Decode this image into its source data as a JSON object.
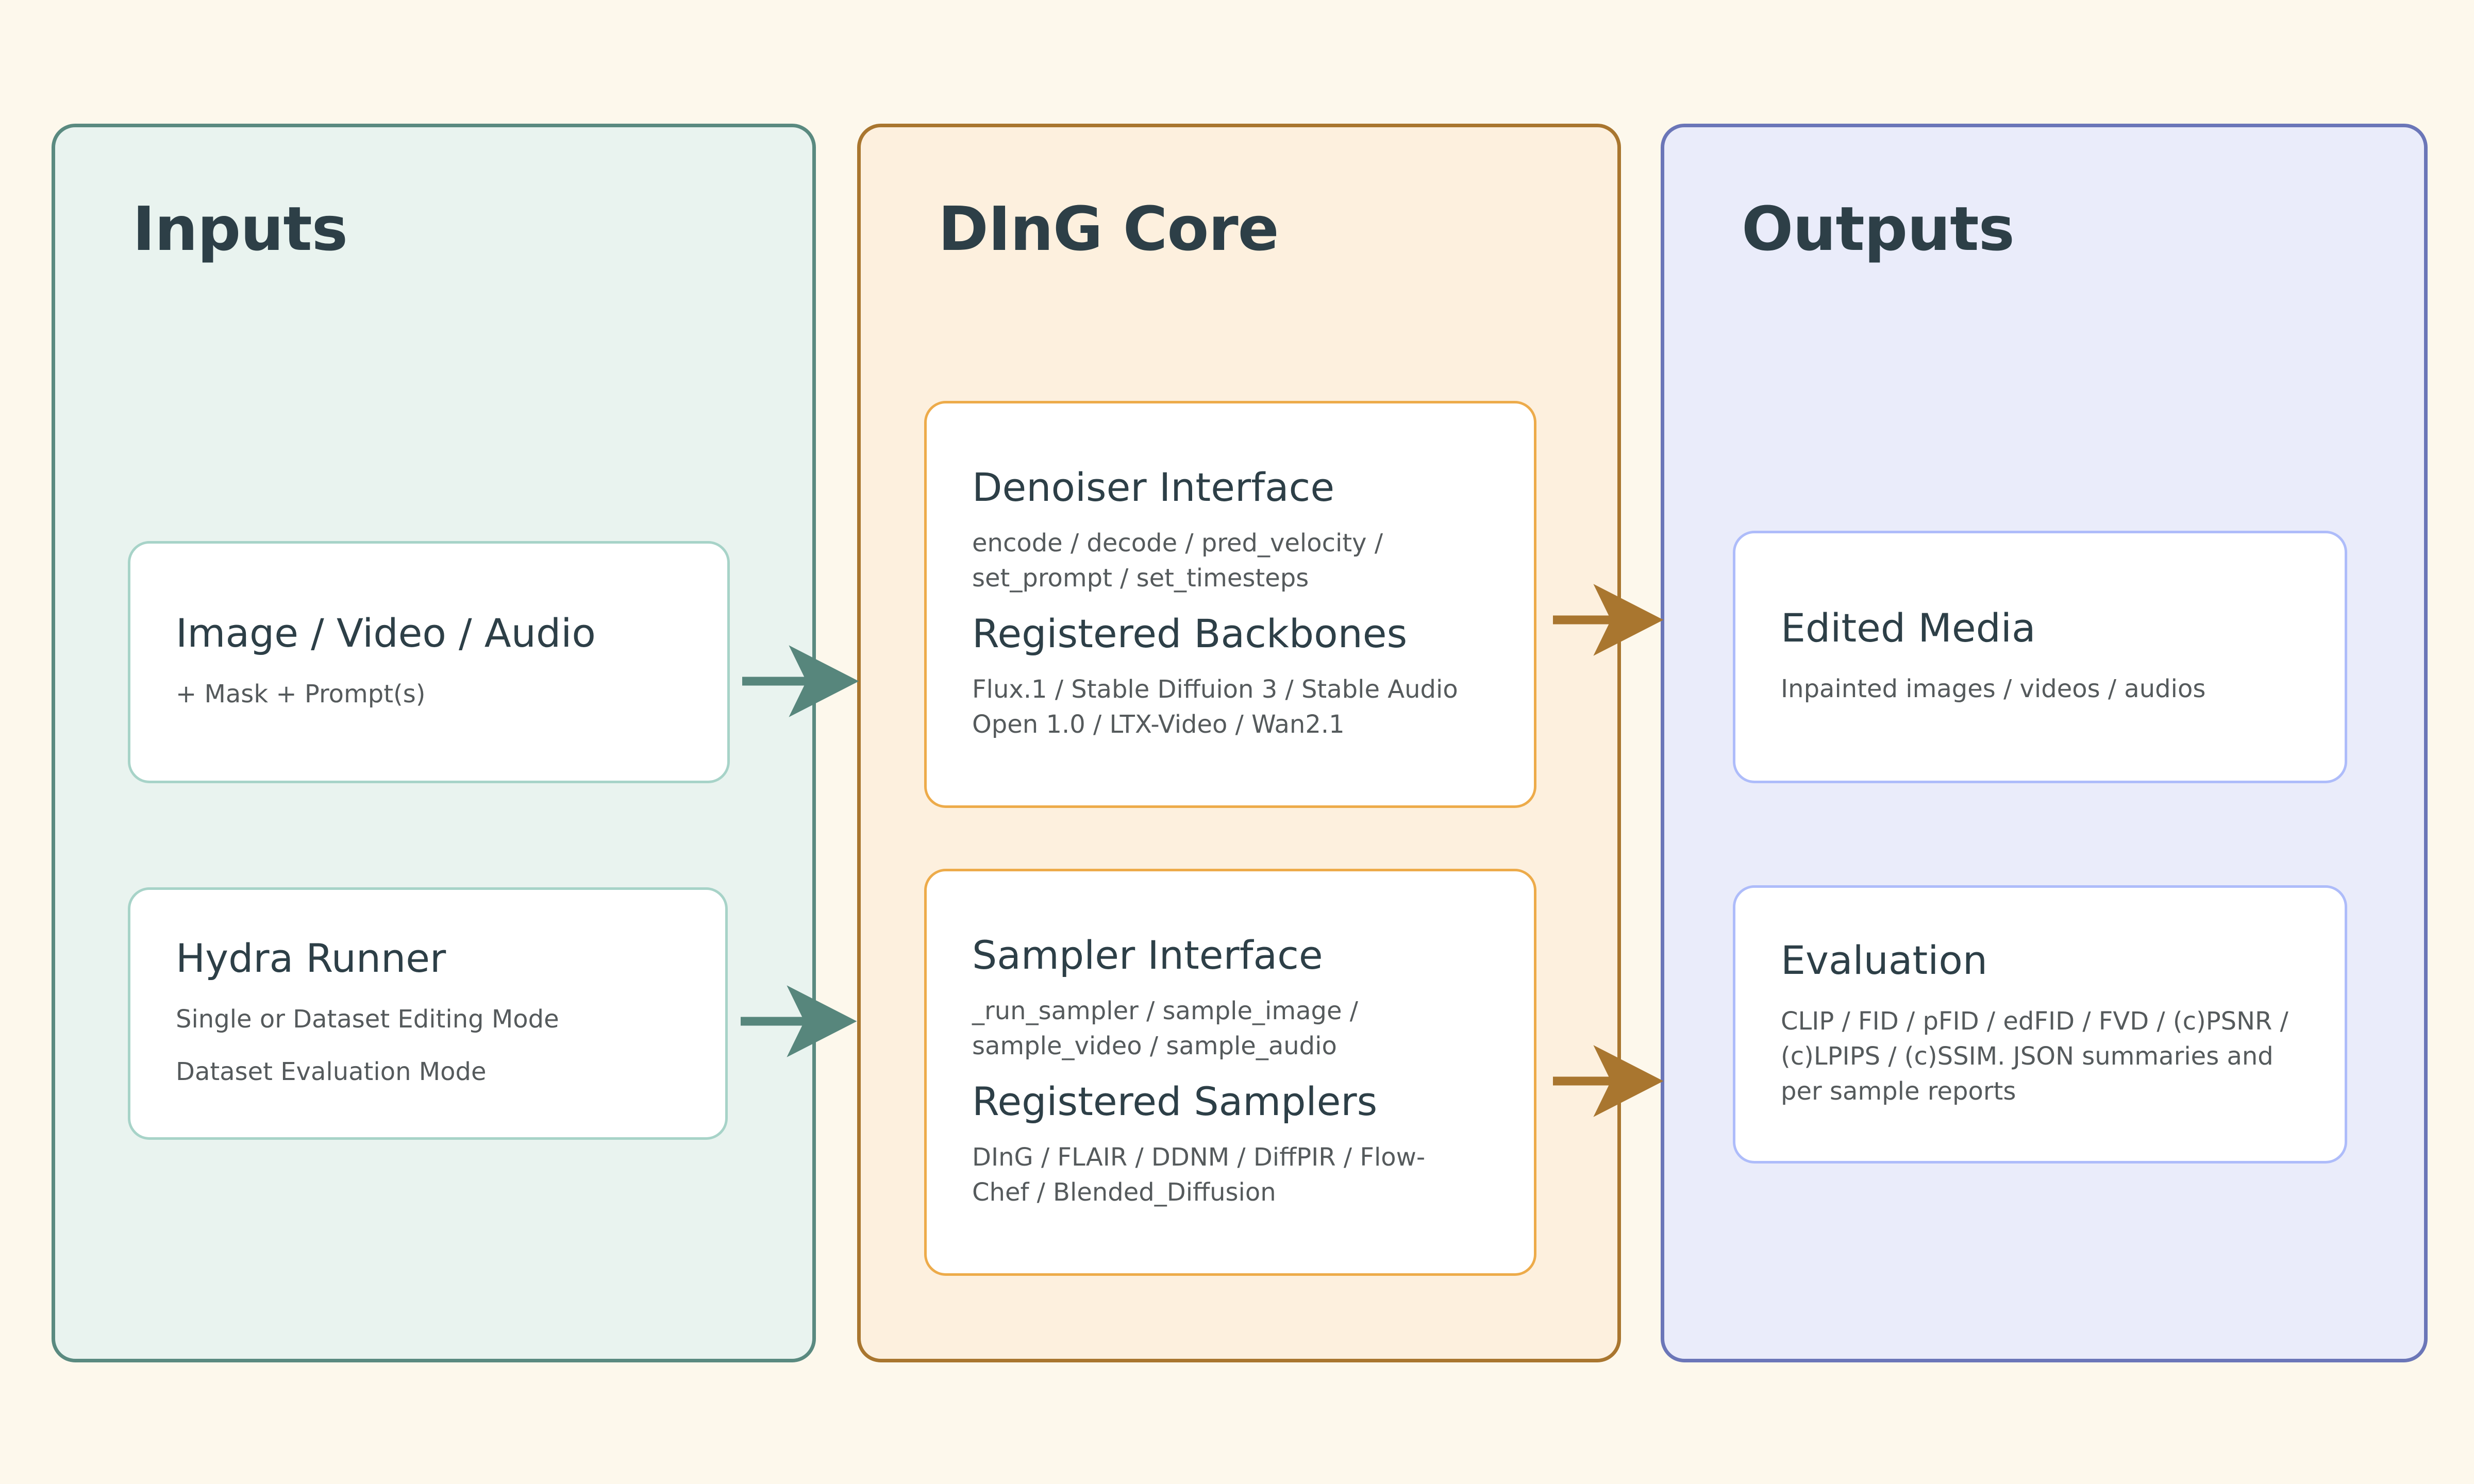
{
  "diagram": {
    "background_color": "#fdf8ec",
    "title_color": "#2d3f47"
  },
  "columns": [
    {
      "id": "inputs",
      "title": "Inputs",
      "accent_color": "#5a8a80",
      "fill_color": "#e9f3ef",
      "card_border_color": "#a7d3c8",
      "cards": [
        {
          "id": "media-input",
          "title": "Image / Video / Audio",
          "lines": [
            "+ Mask + Prompt(s)"
          ]
        },
        {
          "id": "hydra-runner",
          "title": "Hydra Runner",
          "lines": [
            "Single or Dataset Editing Mode",
            "Dataset Evaluation Mode"
          ]
        }
      ]
    },
    {
      "id": "core",
      "title": "DInG Core",
      "accent_color": "#a9762f",
      "fill_color": "#fdf0de",
      "card_border_color": "#edab4a",
      "cards": [
        {
          "id": "denoiser",
          "title": "Denoiser Interface",
          "lines": [
            "encode / decode / pred_velocity /",
            "set_prompt / set_timesteps"
          ],
          "subtitle": "Registered Backbones",
          "sub_lines": [
            "Flux.1 / Stable Diffuion 3 / Stable Audio",
            "Open 1.0 / LTX-Video / Wan2.1"
          ]
        },
        {
          "id": "sampler",
          "title": "Sampler Interface",
          "lines": [
            "_run_sampler / sample_image /",
            "sample_video / sample_audio"
          ],
          "subtitle": "Registered Samplers",
          "sub_lines": [
            "DInG / FLAIR / DDNM / DiffPIR / Flow-",
            "Chef / Blended_Diffusion"
          ]
        }
      ]
    },
    {
      "id": "outputs",
      "title": "Outputs",
      "accent_color": "#6b76b8",
      "fill_color": "#eaecfa",
      "card_border_color": "#aebcfa",
      "cards": [
        {
          "id": "edited-media",
          "title": "Edited Media",
          "lines": [
            "Inpainted images / videos / audios"
          ]
        },
        {
          "id": "evaluation",
          "title": "Evaluation",
          "lines": [
            "CLIP / FID / pFID / edFID / FVD / (c)PSNR /",
            "(c)LPIPS / (c)SSIM. JSON summaries and",
            "per sample reports"
          ]
        }
      ]
    }
  ],
  "connectors": [
    {
      "id": "media-to-denoiser",
      "color": "#57867c",
      "from": "media-input",
      "to": "denoiser"
    },
    {
      "id": "hydra-to-sampler",
      "color": "#57867c",
      "from": "hydra-runner",
      "to": "sampler"
    },
    {
      "id": "denoiser-to-edited",
      "color": "#a9762f",
      "from": "denoiser",
      "to": "edited-media"
    },
    {
      "id": "sampler-to-evaluation",
      "color": "#a9762f",
      "from": "sampler",
      "to": "evaluation"
    }
  ]
}
